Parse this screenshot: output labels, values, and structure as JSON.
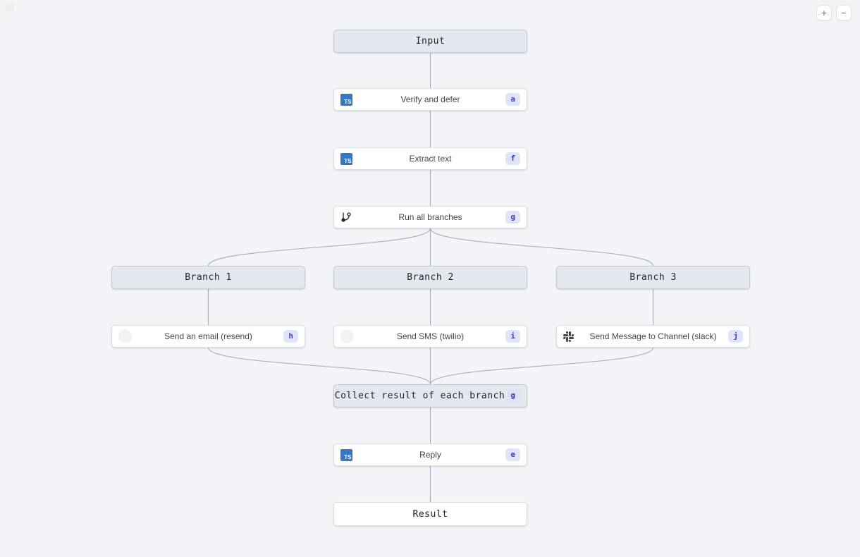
{
  "canvas": {
    "background": "#f2f4f7"
  },
  "controls": {
    "zoom_in": "+",
    "zoom_out": "−"
  },
  "colors": {
    "group_bg": "#e2e8ee",
    "group_border": "#c3cad3",
    "node_bg": "#ffffff",
    "node_border": "#dcdfe4",
    "edge": "#a6acb5",
    "badge_bg": "#dfe4fb",
    "badge_text": "#3d3db9",
    "typescript_blue": "#3178c6",
    "slack_icon": "#46474b"
  },
  "icons": {
    "ts_label": "TS"
  },
  "nodes": [
    {
      "id": "input",
      "type": "group",
      "label": "Input"
    },
    {
      "id": "verify-and-defer",
      "type": "task",
      "icon": "typescript-icon",
      "label": "Verify and defer",
      "badge": "a"
    },
    {
      "id": "extract-text",
      "type": "task",
      "icon": "typescript-icon",
      "label": "Extract text",
      "badge": "f"
    },
    {
      "id": "run-all-branches",
      "type": "task",
      "icon": "git-branch-icon",
      "label": "Run all branches",
      "badge": "g"
    },
    {
      "id": "branch-1",
      "type": "group",
      "label": "Branch 1"
    },
    {
      "id": "branch-2",
      "type": "group",
      "label": "Branch 2"
    },
    {
      "id": "branch-3",
      "type": "group",
      "label": "Branch 3"
    },
    {
      "id": "send-email",
      "type": "task",
      "icon": "resend-icon",
      "label": "Send an email (resend)",
      "badge": "h"
    },
    {
      "id": "send-sms",
      "type": "task",
      "icon": "twilio-icon",
      "label": "Send SMS (twilio)",
      "badge": "i"
    },
    {
      "id": "send-slack",
      "type": "task",
      "icon": "slack-icon",
      "label": "Send Message to Channel (slack)",
      "badge": "j"
    },
    {
      "id": "collect-result",
      "type": "group",
      "label": "Collect result of each branch",
      "badge": "g"
    },
    {
      "id": "reply",
      "type": "task",
      "icon": "typescript-icon",
      "label": "Reply",
      "badge": "e"
    },
    {
      "id": "result",
      "type": "io",
      "label": "Result"
    }
  ],
  "edges": [
    {
      "from": "input",
      "to": "verify-and-defer"
    },
    {
      "from": "verify-and-defer",
      "to": "extract-text"
    },
    {
      "from": "extract-text",
      "to": "run-all-branches"
    },
    {
      "from": "run-all-branches",
      "to": "branch-1"
    },
    {
      "from": "run-all-branches",
      "to": "branch-2"
    },
    {
      "from": "run-all-branches",
      "to": "branch-3"
    },
    {
      "from": "branch-1",
      "to": "send-email"
    },
    {
      "from": "branch-2",
      "to": "send-sms"
    },
    {
      "from": "branch-3",
      "to": "send-slack"
    },
    {
      "from": "send-email",
      "to": "collect-result"
    },
    {
      "from": "send-sms",
      "to": "collect-result"
    },
    {
      "from": "send-slack",
      "to": "collect-result"
    },
    {
      "from": "collect-result",
      "to": "reply"
    },
    {
      "from": "reply",
      "to": "result"
    }
  ]
}
